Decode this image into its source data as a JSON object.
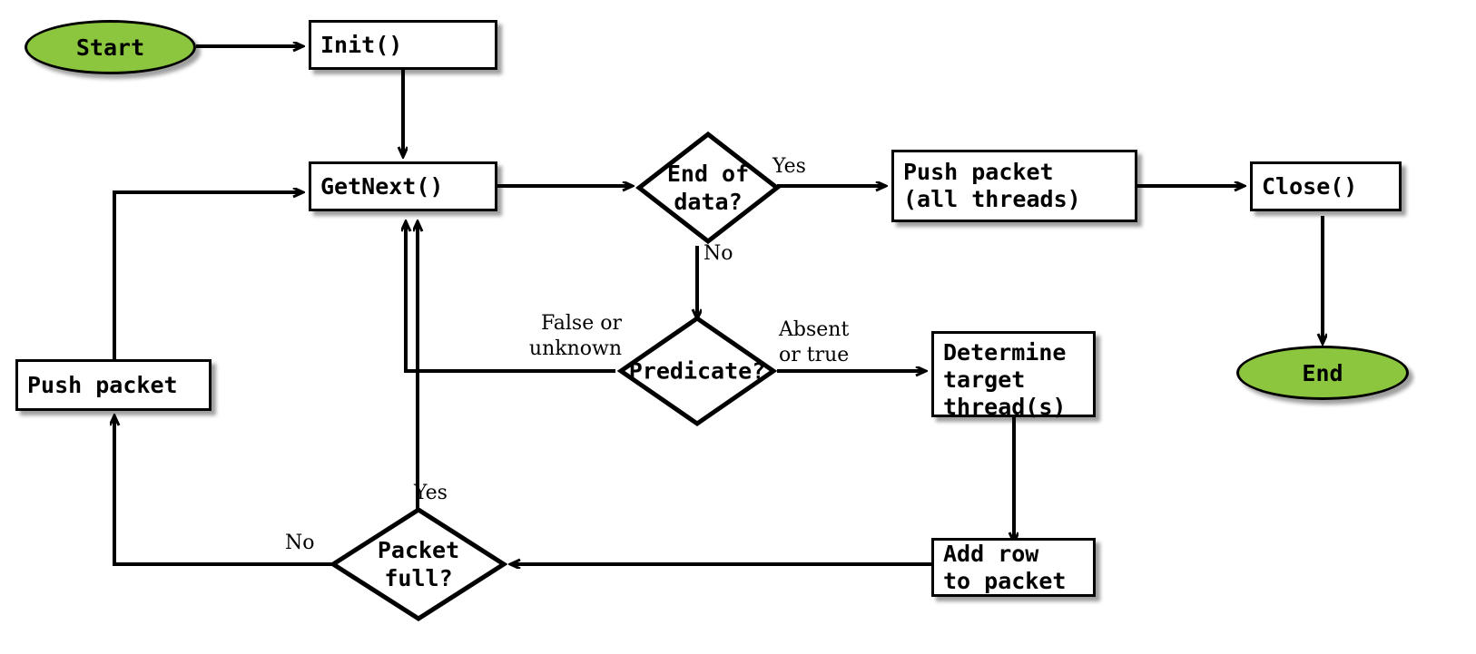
{
  "diagram": {
    "title": "Data pipeline flowchart",
    "colors": {
      "terminal_fill": "#8CC63F",
      "node_fill": "#FFFFFF",
      "stroke": "#000000"
    },
    "nodes": {
      "start": {
        "label": "Start",
        "shape": "ellipse"
      },
      "init": {
        "label": "Init()",
        "shape": "process"
      },
      "getnext": {
        "label": "GetNext()",
        "shape": "process"
      },
      "end_of_data": {
        "label": "End of\ndata?",
        "shape": "decision"
      },
      "push_packet_all": {
        "label": "Push packet\n(all threads)",
        "shape": "process"
      },
      "close": {
        "label": "Close()",
        "shape": "process"
      },
      "end": {
        "label": "End",
        "shape": "ellipse"
      },
      "predicate": {
        "label": "Predicate?",
        "shape": "decision"
      },
      "determine_target": {
        "label": "Determine\ntarget\nthread(s)",
        "shape": "process"
      },
      "add_row": {
        "label": "Add row\nto packet",
        "shape": "process"
      },
      "packet_full": {
        "label": "Packet\nfull?",
        "shape": "decision"
      },
      "push_packet": {
        "label": "Push packet",
        "shape": "process"
      }
    },
    "edge_labels": {
      "yes_end_of_data": "Yes",
      "no_end_of_data": "No",
      "false_or_unknown": "False or\nunknown",
      "absent_or_true": "Absent\nor true",
      "yes_packet_full": "Yes",
      "no_packet_full": "No"
    },
    "edges": [
      {
        "from": "start",
        "to": "init",
        "label": ""
      },
      {
        "from": "init",
        "to": "getnext",
        "label": ""
      },
      {
        "from": "getnext",
        "to": "end_of_data",
        "label": ""
      },
      {
        "from": "end_of_data",
        "to": "push_packet_all",
        "label": "Yes"
      },
      {
        "from": "end_of_data",
        "to": "predicate",
        "label": "No"
      },
      {
        "from": "push_packet_all",
        "to": "close",
        "label": ""
      },
      {
        "from": "close",
        "to": "end",
        "label": ""
      },
      {
        "from": "predicate",
        "to": "getnext",
        "label": "False or unknown"
      },
      {
        "from": "predicate",
        "to": "determine_target",
        "label": "Absent or true"
      },
      {
        "from": "determine_target",
        "to": "add_row",
        "label": ""
      },
      {
        "from": "add_row",
        "to": "packet_full",
        "label": ""
      },
      {
        "from": "packet_full",
        "to": "getnext",
        "label": "Yes"
      },
      {
        "from": "packet_full",
        "to": "push_packet",
        "label": "No"
      },
      {
        "from": "push_packet",
        "to": "getnext",
        "label": ""
      }
    ]
  }
}
